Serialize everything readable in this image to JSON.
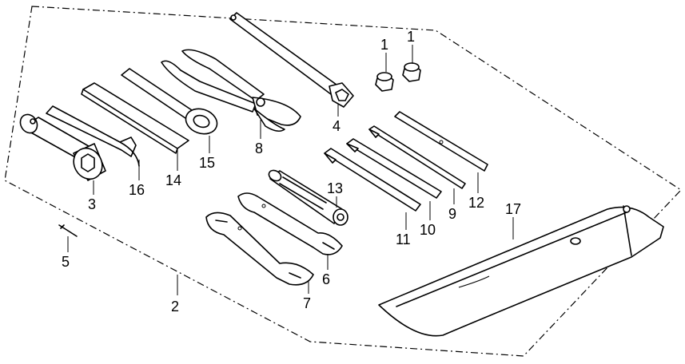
{
  "diagram": {
    "callouts": [
      {
        "id": "1a",
        "label": "1"
      },
      {
        "id": "1b",
        "label": "1"
      },
      {
        "id": "2",
        "label": "2"
      },
      {
        "id": "3",
        "label": "3"
      },
      {
        "id": "4",
        "label": "4"
      },
      {
        "id": "5",
        "label": "5"
      },
      {
        "id": "6",
        "label": "6"
      },
      {
        "id": "7",
        "label": "7"
      },
      {
        "id": "8",
        "label": "8"
      },
      {
        "id": "9",
        "label": "9"
      },
      {
        "id": "10",
        "label": "10"
      },
      {
        "id": "11",
        "label": "11"
      },
      {
        "id": "12",
        "label": "12"
      },
      {
        "id": "13",
        "label": "13"
      },
      {
        "id": "14",
        "label": "14"
      },
      {
        "id": "15",
        "label": "15"
      },
      {
        "id": "16",
        "label": "16"
      },
      {
        "id": "17",
        "label": "17"
      }
    ]
  }
}
